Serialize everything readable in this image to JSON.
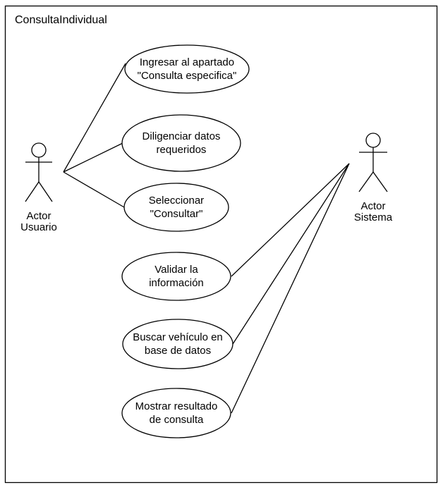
{
  "diagram": {
    "title": "ConsultaIndividual",
    "actors": {
      "user": {
        "line1": "Actor",
        "line2": "Usuario"
      },
      "system": {
        "line1": "Actor",
        "line2": "Sistema"
      }
    },
    "use_cases": {
      "ingresar": {
        "line1": "Ingresar al apartado",
        "line2": "\"Consulta especifica\""
      },
      "diligenciar": {
        "line1": "Diligenciar datos",
        "line2": "requeridos"
      },
      "seleccionar": {
        "line1": "Seleccionar",
        "line2": "\"Consultar\""
      },
      "validar": {
        "line1": "Validar la",
        "line2": "información"
      },
      "buscar": {
        "line1": "Buscar vehículo en",
        "line2": "base de datos"
      },
      "mostrar": {
        "line1": "Mostrar resultado",
        "line2": "de consulta"
      }
    }
  }
}
